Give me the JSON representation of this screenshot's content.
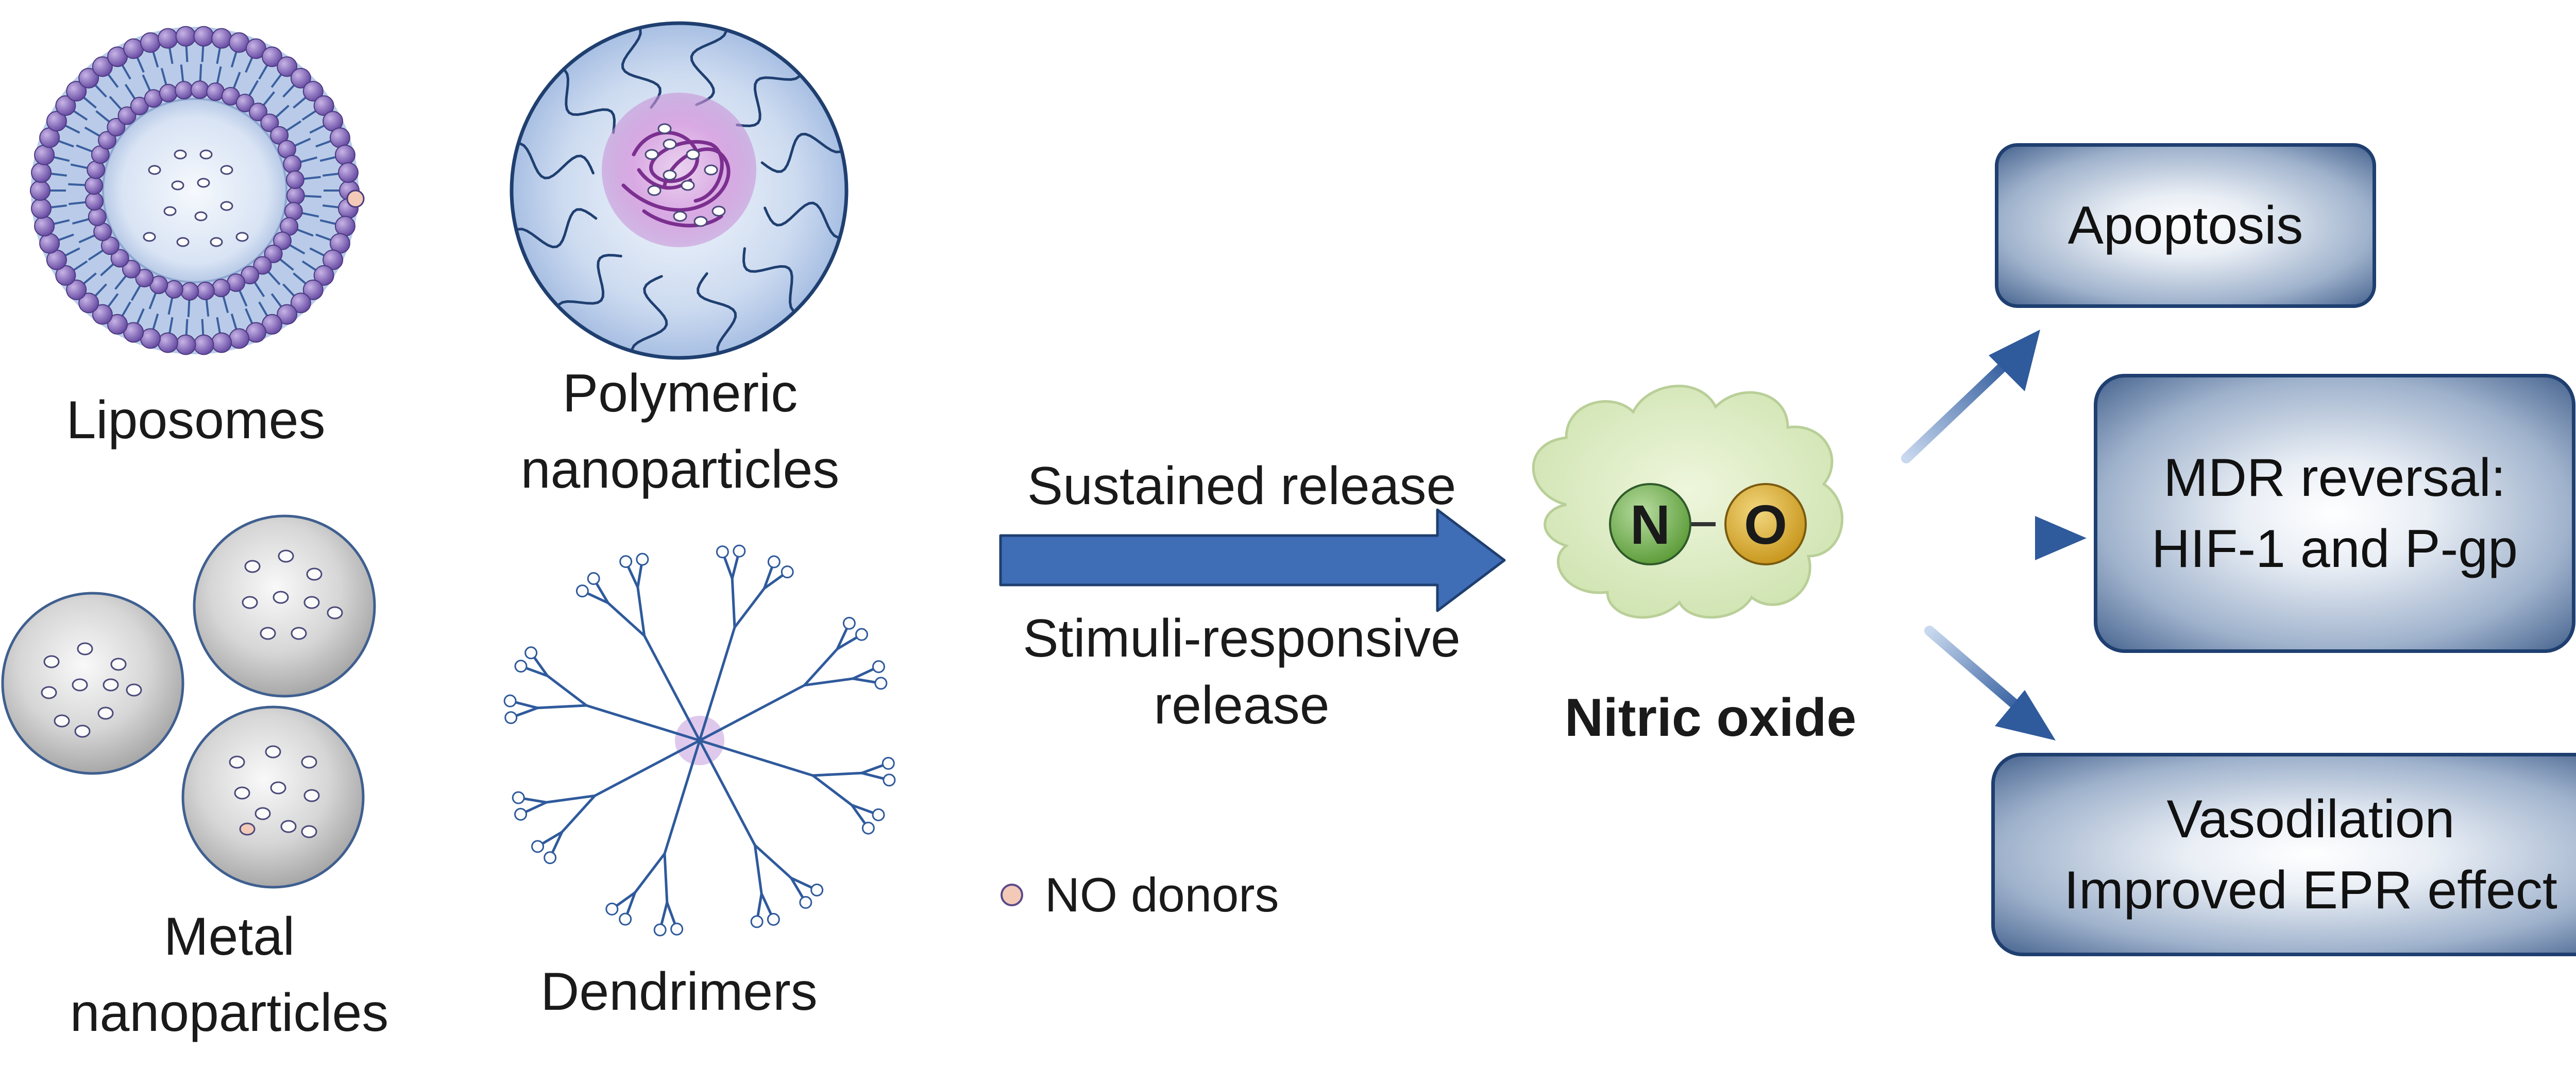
{
  "carriers": {
    "liposomes": "Liposomes",
    "polymeric_line1": "Polymeric",
    "polymeric_line2": "nanoparticles",
    "metal_line1": "Metal",
    "metal_line2": "nanoparticles",
    "dendrimers": "Dendrimers"
  },
  "release": {
    "sustained": "Sustained release",
    "stimuli_line1": "Stimuli-responsive",
    "stimuli_line2": "release"
  },
  "legend": {
    "no_donors": "NO donors"
  },
  "molecule": {
    "n": "N",
    "o": "O",
    "caption": "Nitric oxide"
  },
  "effects": {
    "apoptosis": "Apoptosis",
    "mdr_line1": "MDR reversal:",
    "mdr_line2": "HIF-1 and P-gp",
    "vaso_line1": "Vasodilation",
    "vaso_line2": "Improved EPR effect"
  },
  "colors": {
    "accent_blue": "#3f6db6",
    "box_border": "#1f3f70",
    "n_atom": "#6fae45",
    "o_atom": "#d4a62a",
    "no_donor": "#f3c9b8"
  }
}
